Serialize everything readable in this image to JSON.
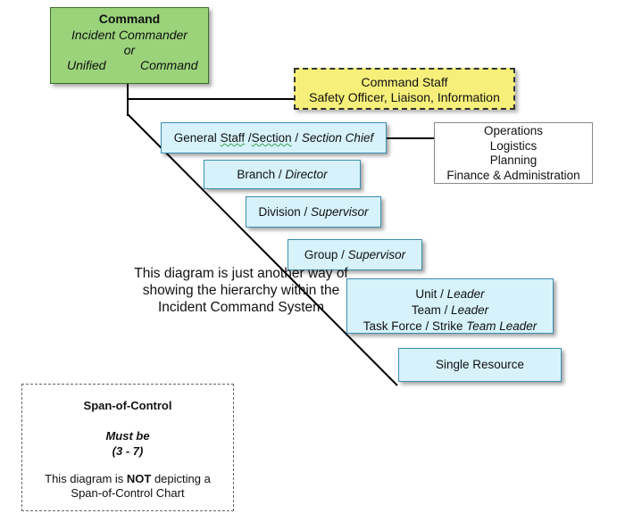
{
  "command": {
    "title": "Command",
    "subtitle": "Incident Commander",
    "or": "or",
    "unified": "Unified",
    "command": "Command"
  },
  "command_staff": {
    "title": "Command Staff",
    "members": "Safety Officer, Liaison, Information"
  },
  "general_staff": {
    "label_a": "General ",
    "label_staff": "Staff",
    "label_sep": " /",
    "label_section": "Section",
    "label_sep2": " / ",
    "label_italic": "Section Chief"
  },
  "functions": [
    "Operations",
    "Logistics",
    "Planning",
    "Finance & Administration"
  ],
  "branch": {
    "label": "Branch / ",
    "italic": "Director"
  },
  "division": {
    "label": "Division / ",
    "italic": "Supervisor"
  },
  "group": {
    "label": "Group / ",
    "italic": "Supervisor"
  },
  "unit": {
    "line1": "Unit / ",
    "line1_italic": "Leader",
    "line2": "Team / ",
    "line2_italic": "Leader",
    "line3": "Task Force / Strike ",
    "line3_italic": "Team Leader"
  },
  "single_resource": "Single Resource",
  "note": [
    "This diagram is just another way of",
    "showing the hierarchy within the",
    "Incident Command System"
  ],
  "span_of_control": {
    "heading": "Span-of-Control",
    "must": "Must be",
    "range": "(3 - 7)",
    "desc_a": "This diagram is ",
    "desc_not": "NOT",
    "desc_b": " depicting a",
    "desc2": "Span-of-Control Chart"
  }
}
